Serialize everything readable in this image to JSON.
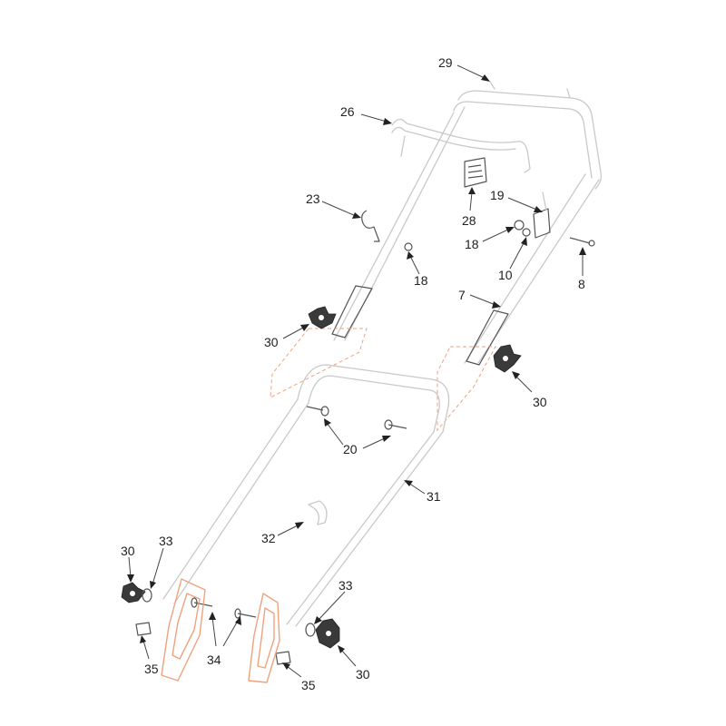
{
  "labels": [
    {
      "id": "lbl-29",
      "text": "29"
    },
    {
      "id": "lbl-26",
      "text": "26"
    },
    {
      "id": "lbl-23",
      "text": "23"
    },
    {
      "id": "lbl-28",
      "text": "28"
    },
    {
      "id": "lbl-19",
      "text": "19"
    },
    {
      "id": "lbl-18a",
      "text": "18"
    },
    {
      "id": "lbl-18b",
      "text": "18"
    },
    {
      "id": "lbl-10",
      "text": "10"
    },
    {
      "id": "lbl-8",
      "text": "8"
    },
    {
      "id": "lbl-7",
      "text": "7"
    },
    {
      "id": "lbl-30a",
      "text": "30"
    },
    {
      "id": "lbl-30b",
      "text": "30"
    },
    {
      "id": "lbl-20",
      "text": "20"
    },
    {
      "id": "lbl-31",
      "text": "31"
    },
    {
      "id": "lbl-32",
      "text": "32"
    },
    {
      "id": "lbl-30c",
      "text": "30"
    },
    {
      "id": "lbl-33a",
      "text": "33"
    },
    {
      "id": "lbl-33b",
      "text": "33"
    },
    {
      "id": "lbl-34",
      "text": "34"
    },
    {
      "id": "lbl-35a",
      "text": "35"
    },
    {
      "id": "lbl-35b",
      "text": "35"
    },
    {
      "id": "lbl-30d",
      "text": "30"
    }
  ],
  "colors": {
    "highlight": "#f0a27d",
    "line": "#c9c9c9",
    "ink": "#222222"
  }
}
